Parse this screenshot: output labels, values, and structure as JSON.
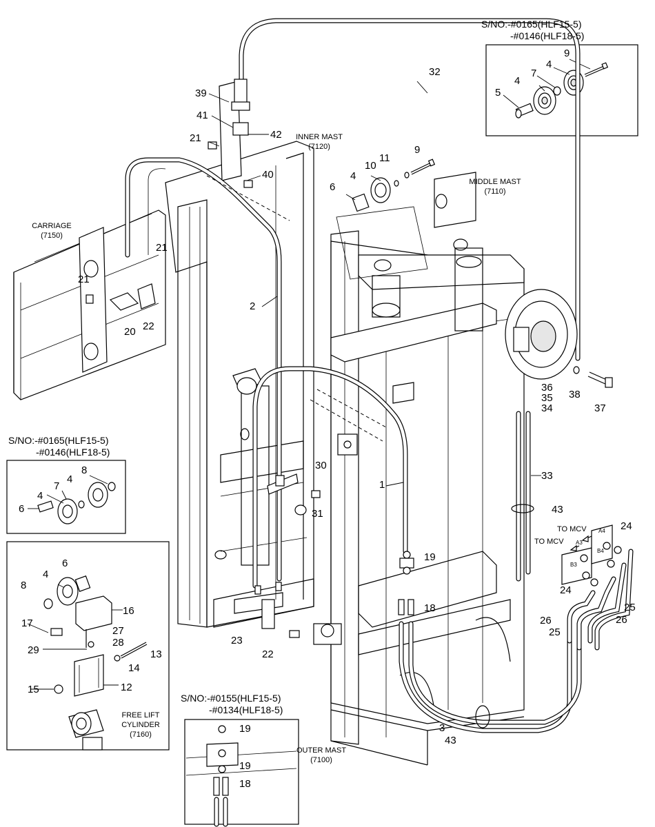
{
  "titles": {
    "sn_top": [
      "S/NO:-#0165(HLF15-5)",
      "-#0146(HLF18-5)"
    ],
    "sn_left": [
      "S/NO:-#0165(HLF15-5)",
      "-#0146(HLF18-5)"
    ],
    "sn_bottom": [
      "S/NO:-#0155(HLF15-5)",
      "-#0134(HLF18-5)"
    ]
  },
  "components": {
    "inner_mast": [
      "INNER MAST",
      "(7120)"
    ],
    "middle_mast": [
      "MIDDLE MAST",
      "(7110)"
    ],
    "carriage": [
      "CARRIAGE",
      "(7150)"
    ],
    "outer_mast": [
      "OUTER MAST",
      "(7100)"
    ],
    "free_lift": [
      "FREE LIFT",
      "CYLINDER",
      "(7160)"
    ],
    "to_mcv": "TO MCV",
    "port_a3": "A3",
    "port_a4": "A4",
    "port_b3": "B3",
    "port_b4": "B4"
  },
  "callouts": {
    "c1": "1",
    "c2": "2",
    "c3": "3",
    "c4": "4",
    "c5": "5",
    "c6": "6",
    "c7": "7",
    "c8": "8",
    "c9": "9",
    "c10": "10",
    "c11": "11",
    "c12": "12",
    "c13": "13",
    "c14": "14",
    "c15": "15",
    "c16": "16",
    "c17": "17",
    "c18": "18",
    "c19": "19",
    "c20": "20",
    "c21": "21",
    "c22": "22",
    "c23": "23",
    "c24": "24",
    "c25": "25",
    "c26": "26",
    "c27": "27",
    "c28": "28",
    "c29": "29",
    "c30": "30",
    "c31": "31",
    "c32": "32",
    "c33": "33",
    "c34": "34",
    "c35": "35",
    "c36": "36",
    "c37": "37",
    "c38": "38",
    "c39": "39",
    "c40": "40",
    "c41": "41",
    "c42": "42",
    "c43": "43"
  }
}
